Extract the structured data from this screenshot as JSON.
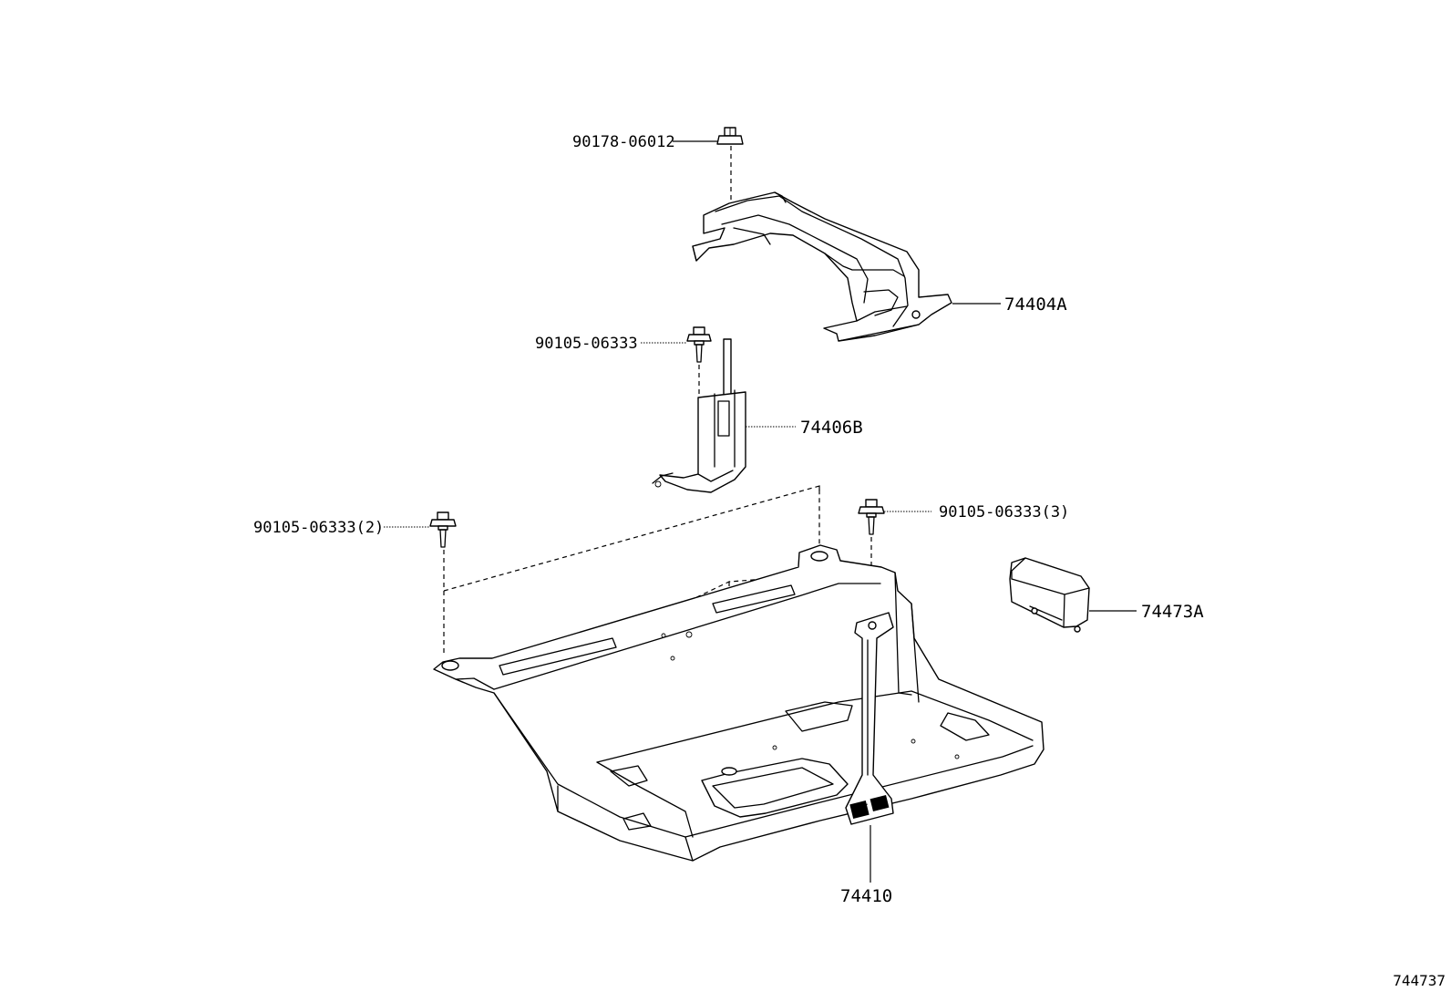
{
  "parts": {
    "bolt_top": "90178-06012",
    "bracket_upper": "74404A",
    "bolt_clamp": "90105-06333",
    "clamp": "74406B",
    "bolt_left": "90105-06333(2)",
    "bolt_right": "90105-06333(3)",
    "cover": "74473A",
    "tray": "74410"
  },
  "figure_id": "744737"
}
